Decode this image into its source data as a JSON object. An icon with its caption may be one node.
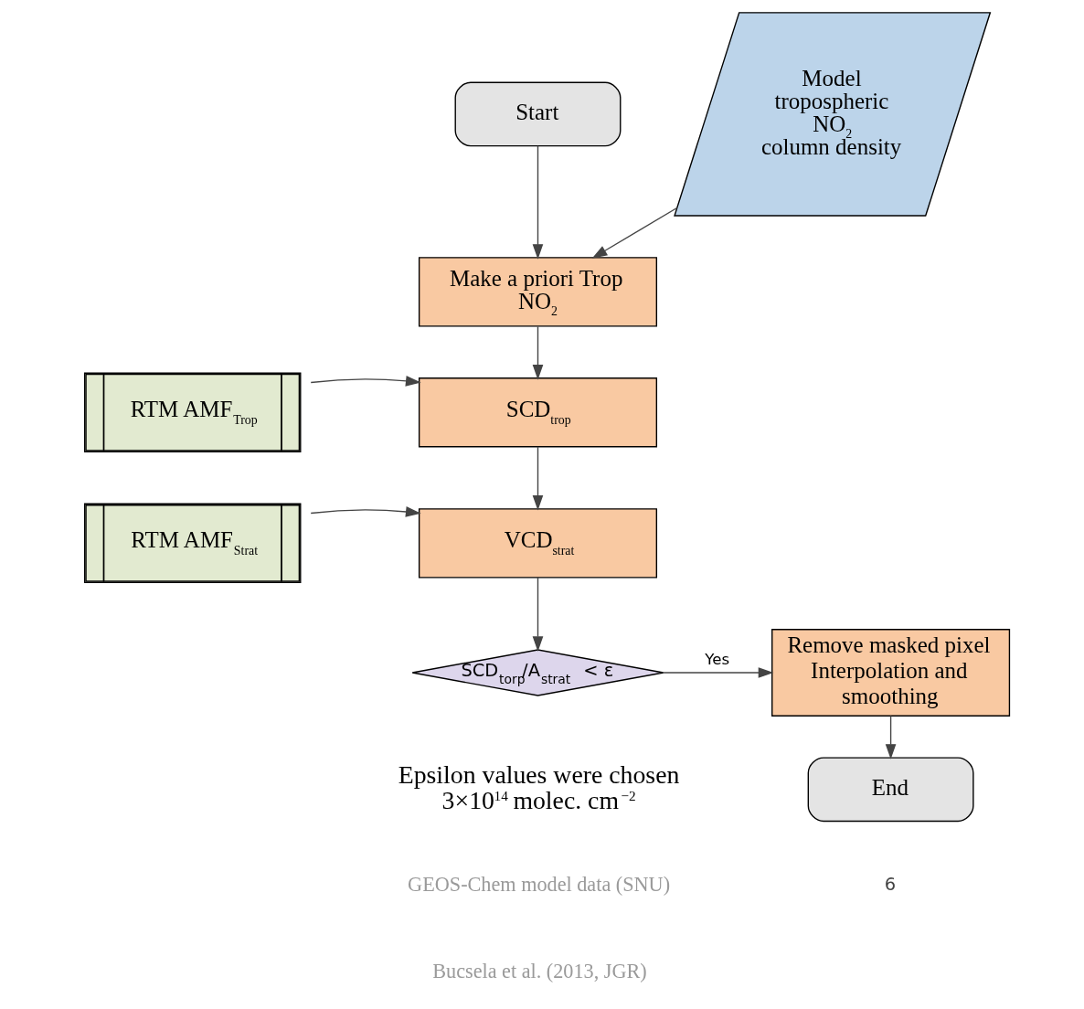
{
  "diagram": {
    "nodes": [
      {
        "text": [
          "Start"
        ]
      },
      {
        "text": [
          "Model tropospheric NO$_{2}$ column density"
        ]
      },
      {
        "text": [
          "Make a priori Trop NO$_{2}$"
        ]
      },
      {
        "text": [
          "RTM AMF$_{Trop}$"
        ]
      },
      {
        "text": [
          "SCD$_{trop}$"
        ]
      },
      {
        "text": [
          "RTM AMF$_{Strat}$"
        ]
      },
      {
        "text": [
          "VCD$_{strat}$"
        ]
      },
      {
        "text": [
          "SCD$_{torp}$/A$_{strat}$ < ε"
        ]
      },
      {
        "text": [
          "Remove masked pixel Interpolation and smoothing"
        ]
      },
      {
        "text": [
          "End"
        ]
      }
    ],
    "edges": [
      {
        "from": 0,
        "to": 2,
        "arrow": "to"
      },
      {
        "from": 1,
        "to": 2,
        "arrow": "to"
      },
      {
        "from": 2,
        "to": 4,
        "arrow": "to"
      },
      {
        "from": 3,
        "to": 4,
        "arrow": "to"
      },
      {
        "from": 4,
        "to": 6,
        "arrow": "to"
      },
      {
        "from": 5,
        "to": 6,
        "arrow": "to"
      },
      {
        "from": 6,
        "to": 7,
        "arrow": "to"
      },
      {
        "from": 7,
        "to": 8,
        "arrow": "to",
        "label": "Yes"
      },
      {
        "from": 8,
        "to": 9,
        "arrow": "to"
      }
    ],
    "labels": [
      "Epsilon values were chosen 3×10$^{14}$ molec. cm$^{−2}$",
      "GEOS-Chem model data (SNU)",
      "Bucsela et al. (2013, JGR)",
      "6"
    ]
  }
}
